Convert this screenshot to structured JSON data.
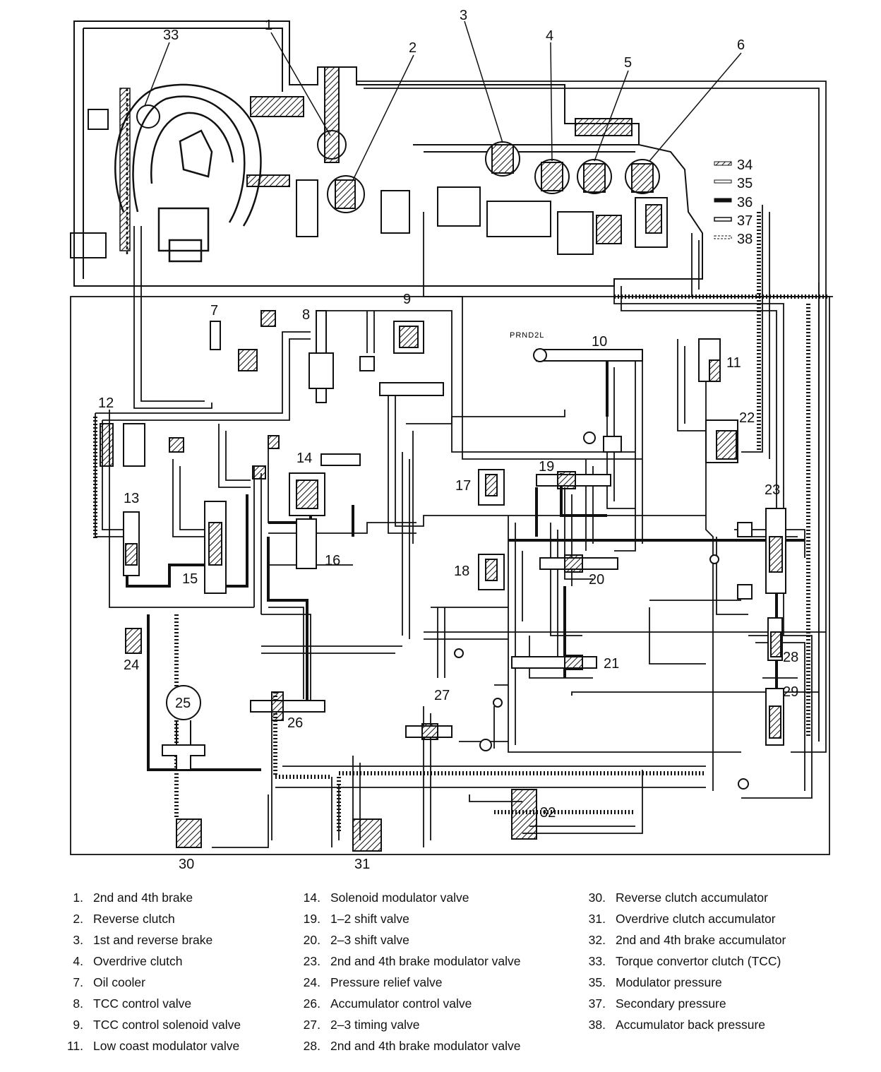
{
  "diagram": {
    "selector_label": "PRND2L",
    "callouts": [
      "1",
      "2",
      "3",
      "4",
      "5",
      "6",
      "7",
      "8",
      "9",
      "10",
      "11",
      "12",
      "13",
      "14",
      "15",
      "16",
      "17",
      "18",
      "19",
      "20",
      "21",
      "22",
      "23",
      "24",
      "25",
      "26",
      "27",
      "28",
      "29",
      "30",
      "31",
      "32",
      "33"
    ],
    "line_key": [
      {
        "num": "34"
      },
      {
        "num": "35"
      },
      {
        "num": "36"
      },
      {
        "num": "37"
      },
      {
        "num": "38"
      }
    ]
  },
  "legend": {
    "columns": [
      [
        {
          "num": "1.",
          "text": "2nd and 4th brake"
        },
        {
          "num": "2.",
          "text": "Reverse clutch"
        },
        {
          "num": "3.",
          "text": "1st and reverse brake"
        },
        {
          "num": "4.",
          "text": "Overdrive clutch"
        },
        {
          "num": "7.",
          "text": "Oil cooler"
        },
        {
          "num": "8.",
          "text": "TCC control valve"
        },
        {
          "num": "9.",
          "text": "TCC control solenoid valve"
        },
        {
          "num": "11.",
          "text": "Low coast modulator valve"
        }
      ],
      [
        {
          "num": "14.",
          "text": "Solenoid modulator valve"
        },
        {
          "num": "19.",
          "text": "1–2 shift valve"
        },
        {
          "num": "20.",
          "text": "2–3 shift valve"
        },
        {
          "num": "23.",
          "text": "2nd and 4th brake modulator valve"
        },
        {
          "num": "24.",
          "text": "Pressure relief valve"
        },
        {
          "num": "26.",
          "text": "Accumulator control valve"
        },
        {
          "num": "27.",
          "text": "2–3 timing valve"
        },
        {
          "num": "28.",
          "text": "2nd and 4th brake modulator valve"
        }
      ],
      [
        {
          "num": "30.",
          "text": "Reverse clutch accumulator"
        },
        {
          "num": "31.",
          "text": "Overdrive clutch accumulator"
        },
        {
          "num": "32.",
          "text": "2nd and 4th brake accumulator"
        },
        {
          "num": "33.",
          "text": "Torque convertor clutch (TCC)"
        },
        {
          "num": "35.",
          "text": "Modulator pressure"
        },
        {
          "num": "37.",
          "text": "Secondary pressure"
        },
        {
          "num": "38.",
          "text": "Accumulator back pressure"
        }
      ]
    ]
  }
}
